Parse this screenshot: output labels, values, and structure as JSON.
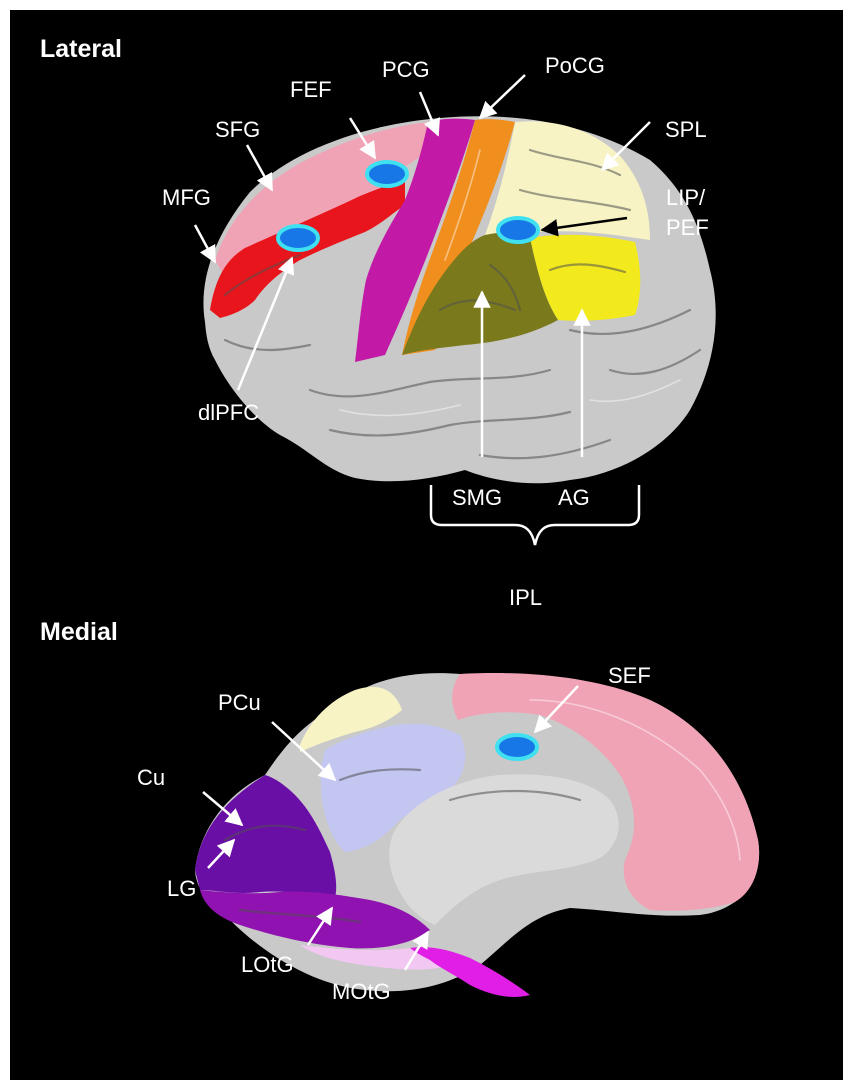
{
  "sections": {
    "lateral": "Lateral",
    "medial": "Medial"
  },
  "lateral_labels": {
    "fef": "FEF",
    "pcg": "PCG",
    "pocg": "PoCG",
    "sfg": "SFG",
    "spl": "SPL",
    "mfg": "MFG",
    "lip_line1": "LIP/",
    "lip_line2": "PEF",
    "dlpfc": "dlPFC",
    "smg": "SMG",
    "ag": "AG",
    "ipl": "IPL"
  },
  "medial_labels": {
    "sef": "SEF",
    "pcu": "PCu",
    "cu": "Cu",
    "lg": "LG",
    "lotg": "LOtG",
    "motg": "MOtG"
  },
  "colors": {
    "background": "#000000",
    "cortex_gray": "#c9c9c9",
    "sfg": "#f0a3b5",
    "mfg": "#e8161c",
    "pcg": "#c21aa6",
    "pocg": "#f08f1e",
    "spl": "#f7f3c4",
    "smg": "#7a7a1c",
    "ag": "#f2ea1c",
    "pcu": "#c4c6f2",
    "cu": "#6a0fa6",
    "lg": "#9012b0",
    "lotg": "#f2c8f2",
    "motg": "#e01ee6",
    "eye_field_fill": "#1877e6",
    "eye_field_ring": "#3fe0f0",
    "lip_arrow": "#000000"
  }
}
